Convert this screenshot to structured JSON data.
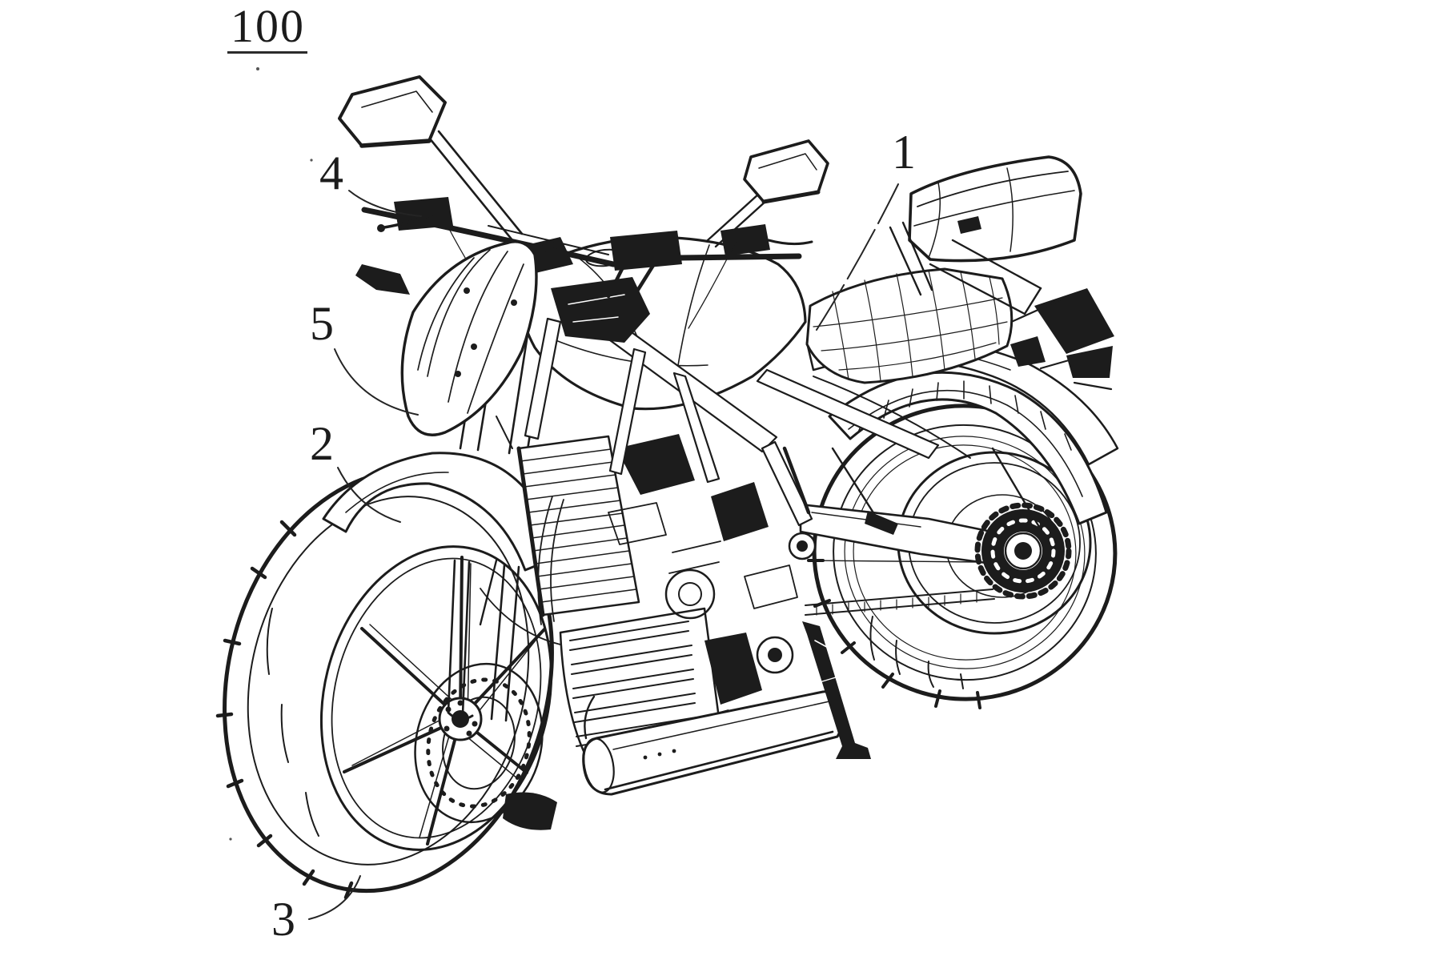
{
  "page": {
    "background_color": "#ffffff",
    "ink_color": "#1c1c1c"
  },
  "figure": {
    "number_label": "100",
    "callouts": [
      {
        "ref": "1"
      },
      {
        "ref": "2"
      },
      {
        "ref": "3"
      },
      {
        "ref": "4"
      },
      {
        "ref": "5"
      }
    ]
  }
}
